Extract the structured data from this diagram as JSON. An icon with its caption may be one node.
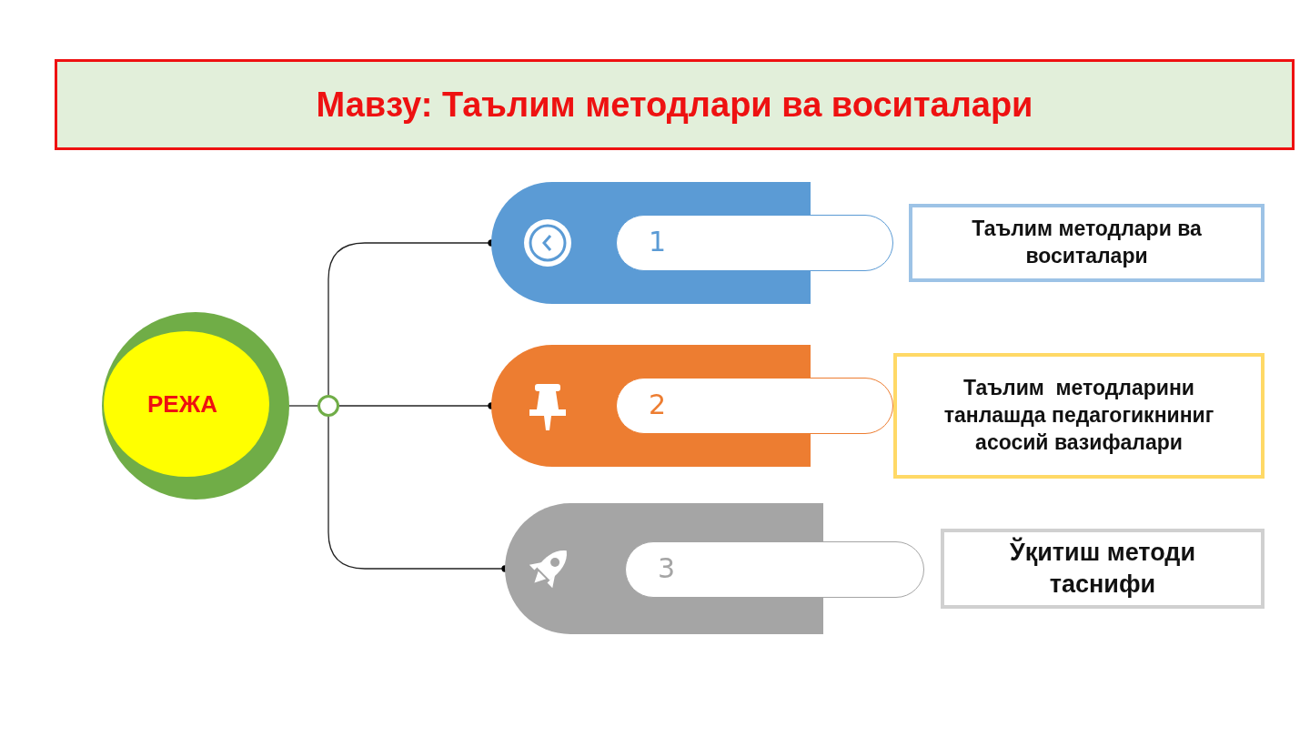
{
  "diagram": {
    "title": "Мавзу: Таълим методлари ва воситалари",
    "nodes": [
      {
        "text": [
          "РЕЖА"
        ]
      },
      {
        "text": [],
        "shape": "circle"
      },
      {
        "text": [
          "1"
        ]
      },
      {
        "text": [
          "2"
        ]
      },
      {
        "text": [
          "3"
        ]
      },
      {
        "text": [
          "Таълим методлари ва воситалари"
        ]
      },
      {
        "text": [
          "Таълим  методларини танлашда педагогикниниг асосий вазифалари"
        ]
      },
      {
        "text": [
          "Ўқитиш методи таснифи"
        ]
      }
    ],
    "edges": [
      {
        "from": 0,
        "to": 1,
        "arrow": "none"
      },
      {
        "from": 1,
        "to": 2,
        "arrow": "other"
      },
      {
        "from": 1,
        "to": 3,
        "arrow": "other"
      },
      {
        "from": 1,
        "to": 4,
        "arrow": "other"
      }
    ]
  }
}
